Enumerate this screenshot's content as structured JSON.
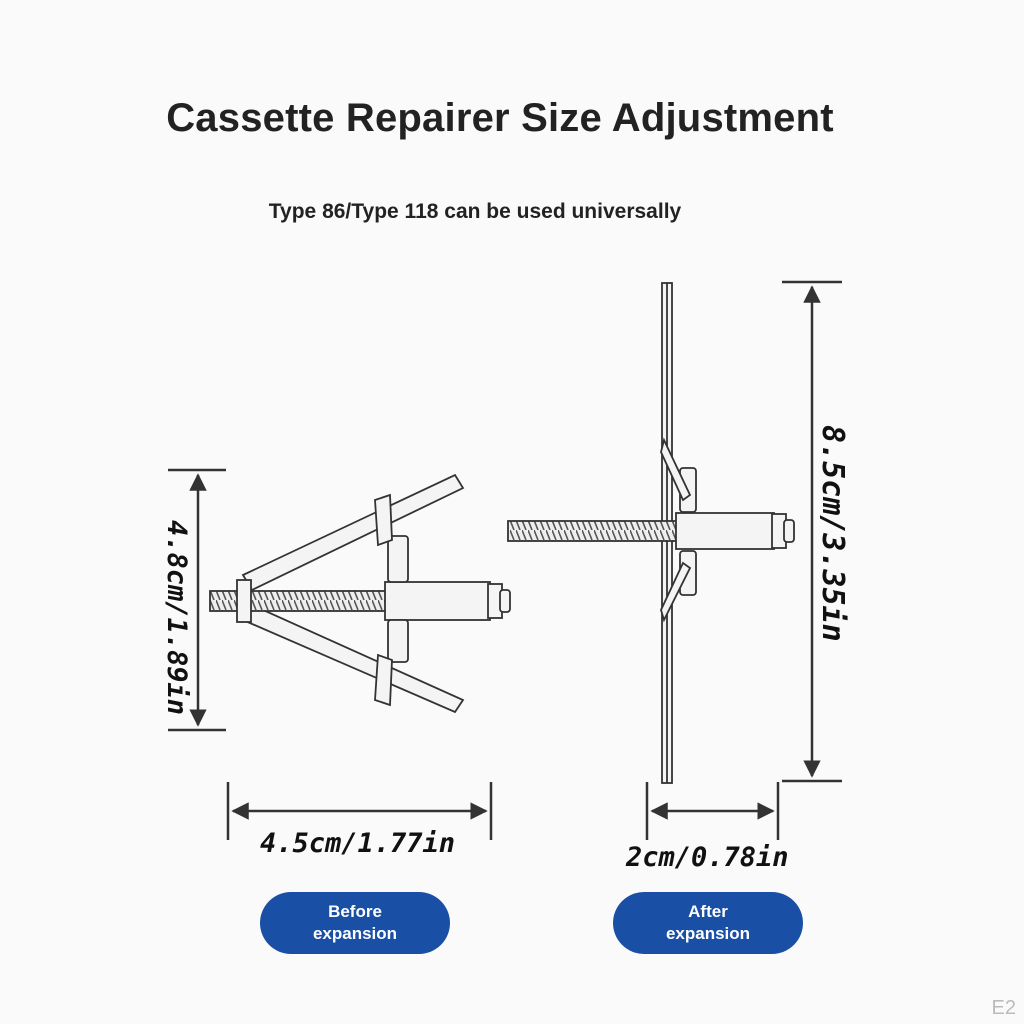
{
  "title": "Cassette Repairer Size Adjustment",
  "subtitle": "Type 86/Type 118 can be used universally",
  "before": {
    "height_label": "4.8cm/1.89in",
    "width_label": "4.5cm/1.77in",
    "badge": "Before\nexpansion"
  },
  "after": {
    "height_label": "8.5cm/3.35in",
    "width_label": "2cm/0.78in",
    "badge": "After\nexpansion"
  },
  "watermark": "E2",
  "colors": {
    "badge": "#1a4fa6",
    "line": "#333333",
    "metal": "#f2f2f2"
  }
}
